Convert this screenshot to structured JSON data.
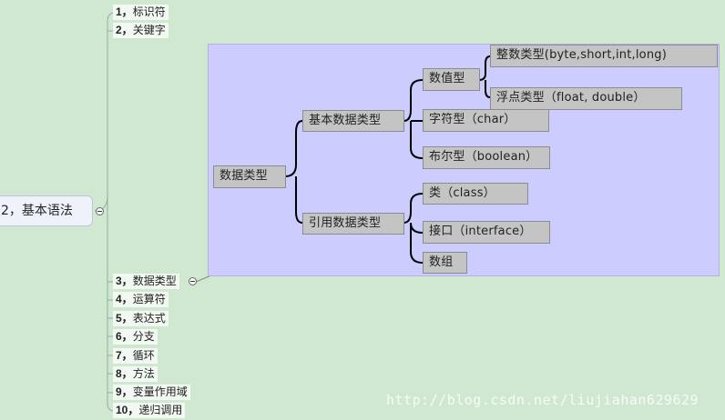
{
  "root": {
    "label": "2，基本语法"
  },
  "topics": [
    {
      "num": "1，",
      "text": "标识符"
    },
    {
      "num": "2，",
      "text": "关键字"
    },
    {
      "num": "3，",
      "text": "数据类型"
    },
    {
      "num": "4，",
      "text": "运算符"
    },
    {
      "num": "5，",
      "text": "表达式"
    },
    {
      "num": "6，",
      "text": "分支"
    },
    {
      "num": "7，",
      "text": "循环"
    },
    {
      "num": "8，",
      "text": "方法"
    },
    {
      "num": "9，",
      "text": "变量作用域"
    },
    {
      "num": "10，",
      "text": "递归调用"
    }
  ],
  "diagram": {
    "data_types": "数据类型",
    "primitive": "基本数据类型",
    "reference": "引用数据类型",
    "numeric": "数值型",
    "integer": "整数类型(byte,short,int,long)",
    "floating": "浮点类型（float, double）",
    "char": "字符型（char）",
    "boolean": "布尔型（boolean）",
    "class": "类（class）",
    "interface": "接口（interface）",
    "array": "数组"
  },
  "watermark": "http://blog.csdn.net/liujiahan629629",
  "colors": {
    "background": "#cfe8cf",
    "panel": "#ccccff",
    "node": "#c4c4c4"
  }
}
